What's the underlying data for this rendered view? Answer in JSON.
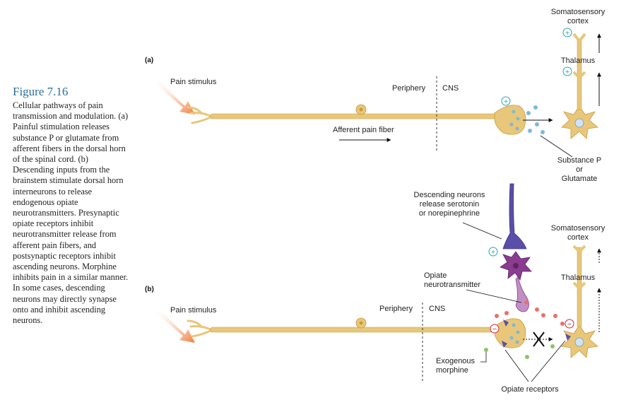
{
  "caption": {
    "title": "Figure 7.16",
    "body": "Cellular pathways of pain transmission and modulation. (a) Painful stimulation releases substance P or glutamate from afferent fibers in the dorsal horn of the spinal cord. (b) Descending inputs from the brainstem stimulate dorsal horn interneurons to release endogenous opiate neurotransmitters. Presynaptic opiate receptors inhibit neurotransmitter release from afferent pain fibers, and postsynaptic receptors inhibit ascending neurons. Morphine inhibits pain in a similar manner. In some cases, descending neurons may directly synapse onto and inhibit ascending neurons."
  },
  "panel_a": {
    "label": "(a)",
    "pain_stimulus": "Pain stimulus",
    "periphery": "Periphery",
    "cns": "CNS",
    "afferent_fiber": "Afferent pain fiber",
    "substance_line1": "Substance P",
    "substance_line2": "or",
    "substance_line3": "Glutamate",
    "somato_line1": "Somatosensory",
    "somato_line2": "cortex",
    "thalamus": "Thalamus",
    "plus": "+"
  },
  "panel_b": {
    "label": "(b)",
    "pain_stimulus": "Pain stimulus",
    "periphery": "Periphery",
    "cns": "CNS",
    "descending_line1": "Descending neurons",
    "descending_line2": "release serotonin",
    "descending_line3": "or norepinephrine",
    "opiate_line1": "Opiate",
    "opiate_line2": "neurotransmitter",
    "morphine_line1": "Exogenous",
    "morphine_line2": "morphine",
    "opiate_receptors": "Opiate receptors",
    "somato_line1": "Somatosensory",
    "somato_line2": "cortex",
    "thalamus": "Thalamus",
    "plus": "+",
    "minus": "−"
  },
  "colors": {
    "fiber": "#e8c77a",
    "fiber_dark": "#c89a3a",
    "arrow": "#ef7a3a",
    "descending": "#5a4fa8",
    "interneuron": "#8a3c8f",
    "plus_circle": "#2aa6a6",
    "minus_circle": "#c8283a",
    "transmitter_blue": "#7db8d8",
    "transmitter_red": "#e8706a",
    "morphine_green": "#8cc36a",
    "caption_title": "#2a6f9a"
  }
}
